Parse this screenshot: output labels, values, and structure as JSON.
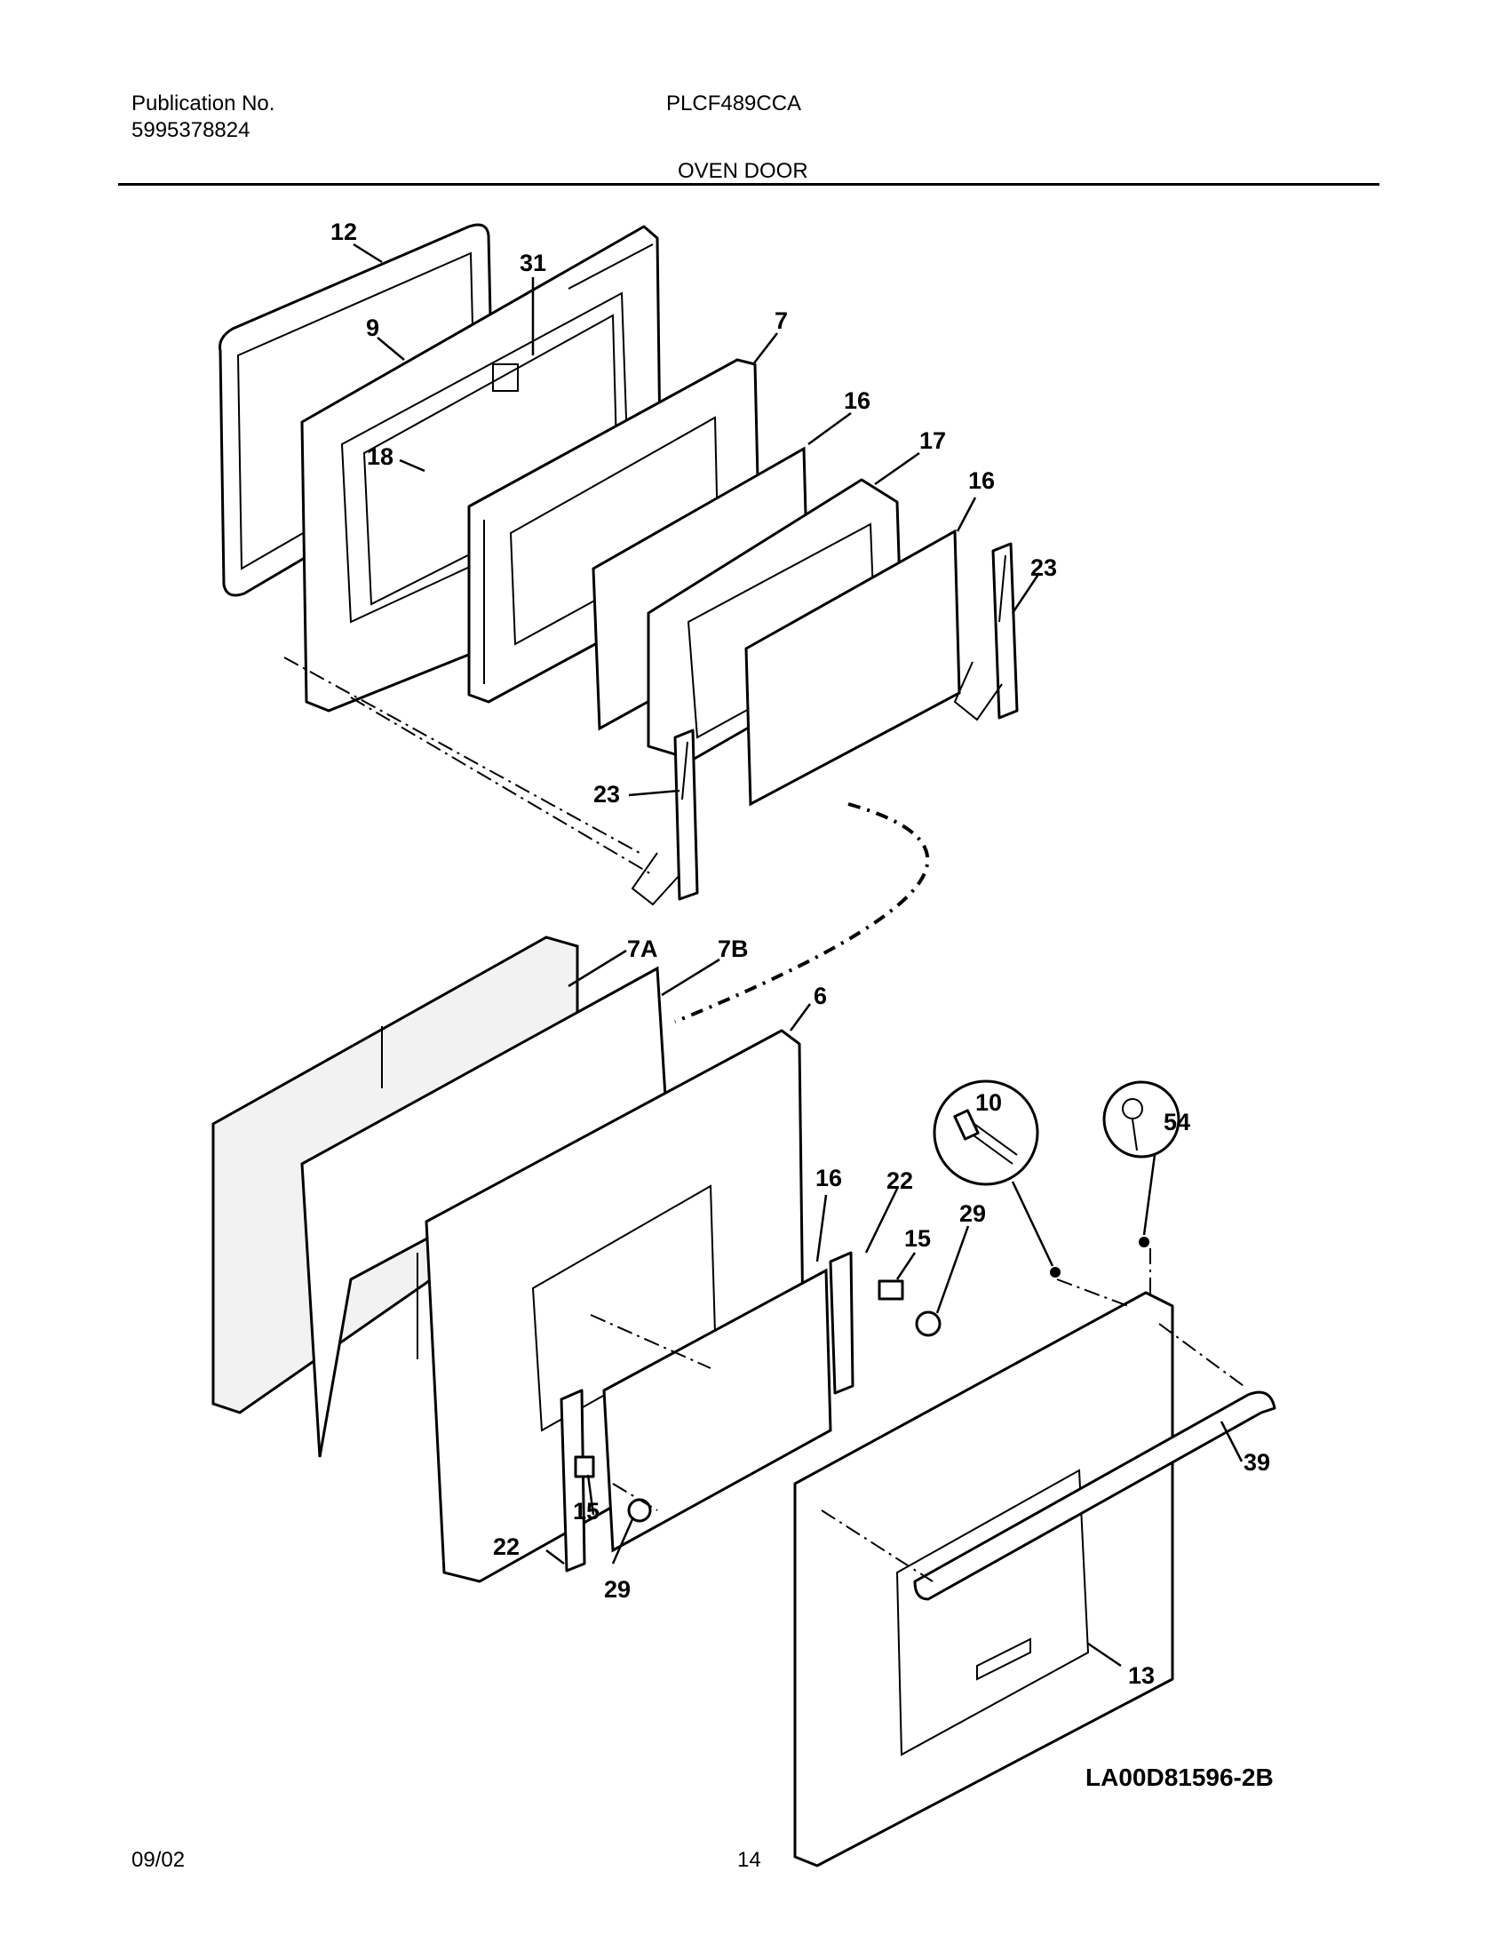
{
  "header": {
    "publication_label": "Publication No.",
    "publication_number": "5995378824",
    "model": "PLCF489CCA",
    "section_title": "OVEN DOOR"
  },
  "callouts": {
    "c12": "12",
    "c31": "31",
    "c9": "9",
    "c7": "7",
    "c16a": "16",
    "c17": "17",
    "c18": "18",
    "c16b": "16",
    "c23a": "23",
    "c23b": "23",
    "c7A": "7A",
    "c7B": "7B",
    "c6": "6",
    "c10": "10",
    "c54": "54",
    "c16c": "16",
    "c22a": "22",
    "c15a": "15",
    "c29a": "29",
    "c39": "39",
    "c15b": "15",
    "c22b": "22",
    "c29b": "29",
    "c13": "13"
  },
  "diagram_ref": "LA00D81596-2B",
  "footer": {
    "date": "09/02",
    "page": "14"
  }
}
